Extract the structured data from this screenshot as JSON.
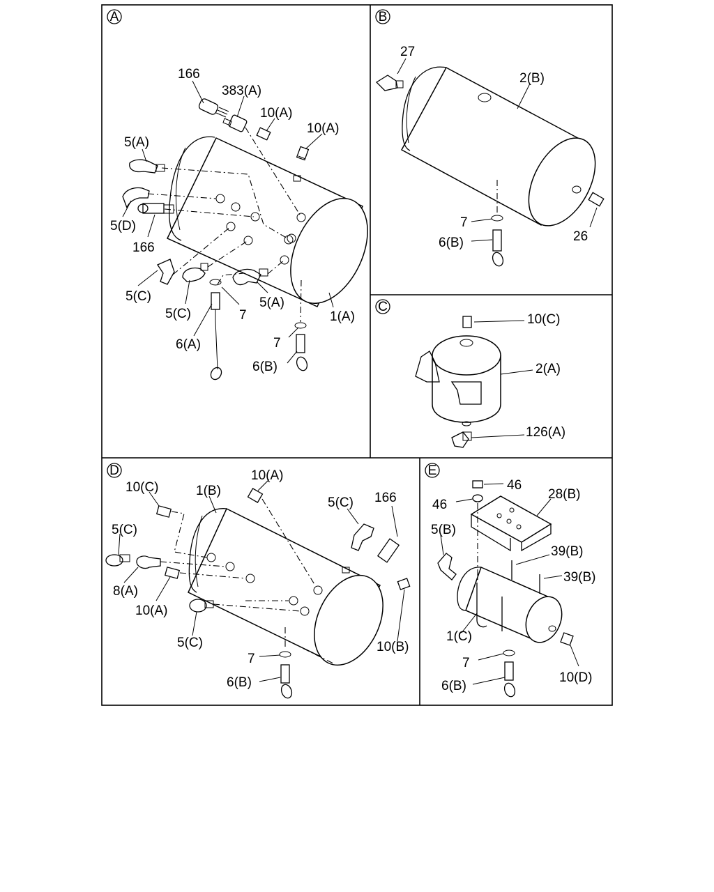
{
  "sections": {
    "A": {
      "letter": "A",
      "labels": {
        "l166a": "166",
        "l383": "383(A)",
        "l10a1": "10(A)",
        "l10a2": "10(A)",
        "l5a1": "5(A)",
        "l5d": "5(D)",
        "l166b": "166",
        "l5c1": "5(C)",
        "l5c2": "5(C)",
        "l7a": "7",
        "l5a2": "5(A)",
        "l6a": "6(A)",
        "l1a": "1(A)",
        "l7b": "7",
        "l6b": "6(B)"
      }
    },
    "B": {
      "letter": "B",
      "labels": {
        "l27": "27",
        "l2b": "2(B)",
        "l7": "7",
        "l6b": "6(B)",
        "l26": "26"
      }
    },
    "C": {
      "letter": "C",
      "labels": {
        "l10c": "10(C)",
        "l2a": "2(A)",
        "l126a": "126(A)"
      }
    },
    "D": {
      "letter": "D",
      "labels": {
        "l10c": "10(C)",
        "l1b": "1(B)",
        "l10a1": "10(A)",
        "l5c1": "5(C)",
        "l166": "166",
        "l5c2": "5(C)",
        "l8a": "8(A)",
        "l10a2": "10(A)",
        "l10b": "10(B)",
        "l5c3": "5(C)",
        "l7": "7",
        "l6b": "6(B)"
      }
    },
    "E": {
      "letter": "E",
      "labels": {
        "l46a": "46",
        "l46b": "46",
        "l28b": "28(B)",
        "l5b": "5(B)",
        "l39b1": "39(B)",
        "l39b2": "39(B)",
        "l1c": "1(C)",
        "l7": "7",
        "l6b": "6(B)",
        "l10d": "10(D)"
      }
    }
  }
}
